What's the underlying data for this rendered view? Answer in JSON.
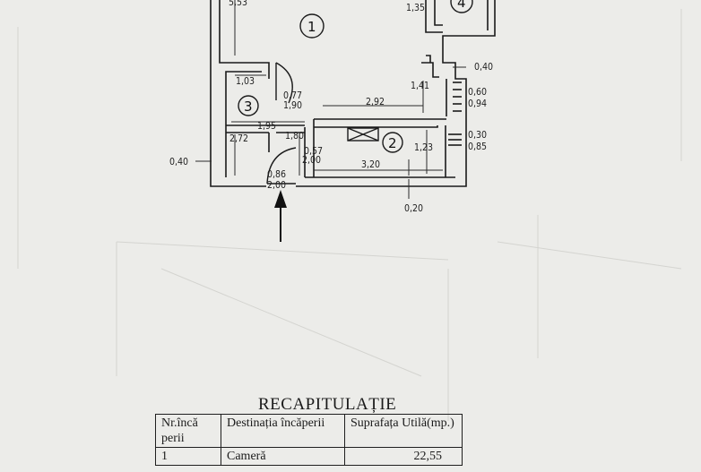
{
  "plan": {
    "rooms": [
      {
        "id": "room-1",
        "label": "1"
      },
      {
        "id": "room-2",
        "label": "2"
      },
      {
        "id": "room-3",
        "label": "3"
      },
      {
        "id": "room-4",
        "label": "4"
      }
    ],
    "dimensions": {
      "d_553": "5,53",
      "d_135": "1,35",
      "d_040_right": "0,40",
      "d_103": "1,03",
      "d_077": "0,77",
      "d_190": "1,90",
      "d_292": "2,92",
      "d_141": "1,41",
      "d_060": "0,60",
      "d_094": "0,94",
      "d_195": "1,95",
      "d_180": "1,80",
      "d_272": "2,72",
      "d_057": "0,57",
      "d_200a": "2,00",
      "d_123": "1,23",
      "d_030": "0,30",
      "d_085": "0,85",
      "d_040_left": "0,40",
      "d_320": "3,20",
      "d_086": "0,86",
      "d_200b": "2,00",
      "d_020": "0,20"
    }
  },
  "recap": {
    "title": "RECAPITULAȚIE",
    "headers": [
      "Nr.încă perii",
      "Destinația încăperii",
      "Suprafața Utilă(mp.)"
    ],
    "rows": [
      {
        "nr": "1",
        "dest": "Cameră",
        "area": "22,55"
      }
    ]
  }
}
